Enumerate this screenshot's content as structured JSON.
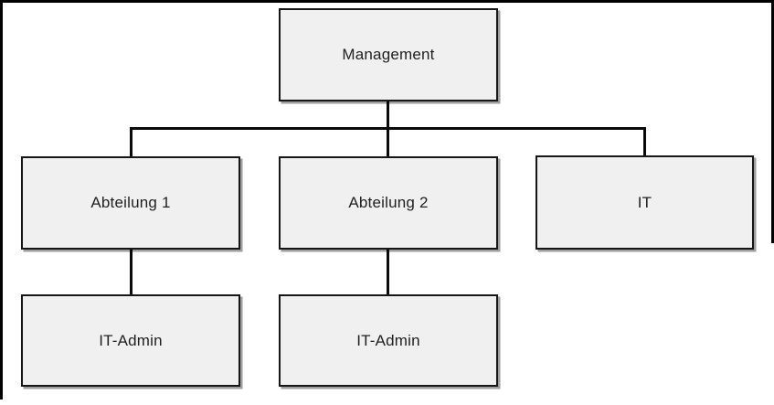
{
  "diagram": {
    "type": "org-chart",
    "title": "",
    "nodes": {
      "management": {
        "label": "Management"
      },
      "abteilung1": {
        "label": "Abteilung 1"
      },
      "abteilung2": {
        "label": "Abteilung 2"
      },
      "it": {
        "label": "IT"
      },
      "itadmin1": {
        "label": "IT-Admin"
      },
      "itadmin2": {
        "label": "IT-Admin"
      }
    },
    "hierarchy": [
      {
        "parent": "Management",
        "child": "Abteilung 1"
      },
      {
        "parent": "Management",
        "child": "Abteilung 2"
      },
      {
        "parent": "Management",
        "child": "IT"
      },
      {
        "parent": "Abteilung 1",
        "child": "IT-Admin"
      },
      {
        "parent": "Abteilung 2",
        "child": "IT-Admin"
      }
    ],
    "colors": {
      "node_fill": "#f1f0f0",
      "node_border": "#161616",
      "connector": "#0a0a0a",
      "frame": "#000000",
      "text": "#1f1f1f",
      "background": "#ffffff"
    }
  }
}
